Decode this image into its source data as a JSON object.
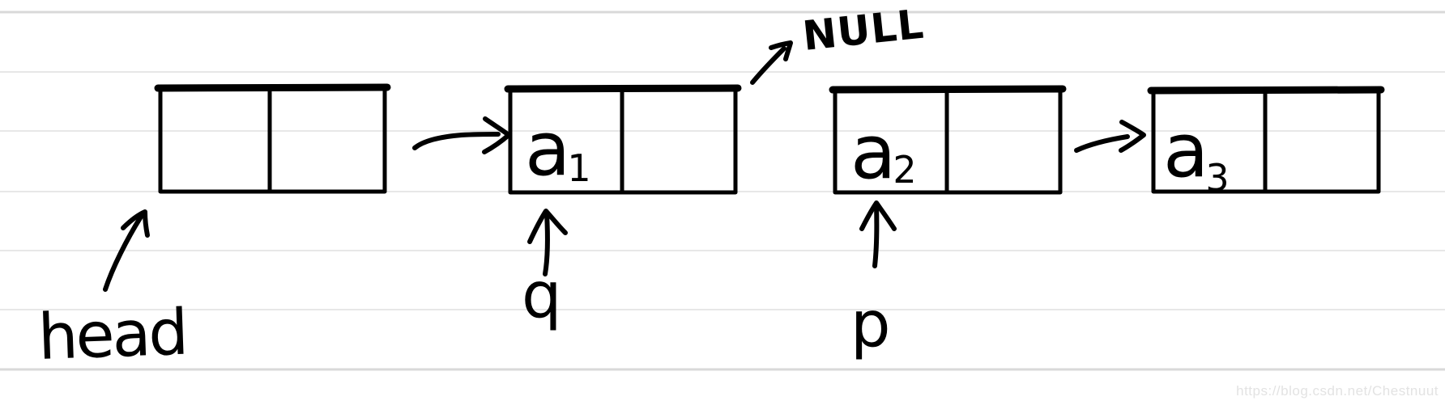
{
  "diagram": {
    "kind": "hand-drawn singly linked list sketch on ruled paper",
    "colors": {
      "background": "#ffffff",
      "ink": "#000000",
      "ruled_line": "#e7e7e7",
      "ruled_line_strong": "#d9d9d9",
      "watermark_text": "#e3e3e3"
    },
    "nodes": [
      {
        "data_label": "",
        "data_sub": ""
      },
      {
        "data_label": "a",
        "data_sub": "1"
      },
      {
        "data_label": "a",
        "data_sub": "2"
      },
      {
        "data_label": "a",
        "data_sub": "3"
      }
    ],
    "null_label": "NULL",
    "pointers": {
      "head": "head",
      "q": "q",
      "p": "p"
    },
    "watermark": "https://blog.csdn.net/Chestnuut"
  }
}
